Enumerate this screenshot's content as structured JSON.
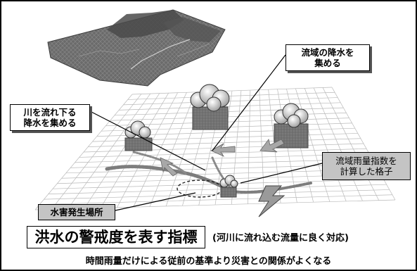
{
  "callouts": {
    "basin_rain": [
      "流域の降水を",
      "集める"
    ],
    "river_rain": [
      "川を流れ下る",
      "降水を集める"
    ],
    "grid": [
      "流域雨量指数を",
      "計算した格子"
    ],
    "disaster_site": "水害発生場所"
  },
  "title": "洪水の警戒度を表す指標",
  "title_note": "(河川に流れ込む流量に良く対応)",
  "footer": "時間雨量だけによる従前の基準より災害との関係がよくなる",
  "colors": {
    "terrain": "#6b6b6b",
    "grid_line": "#b9b9b9",
    "rain_block": "#7a7a7a",
    "flow_arrow": "#a8a8a8",
    "callout_gray": "#c4c4c4"
  },
  "icons": [
    "terrain-map-icon",
    "rain-cloud-icon",
    "flow-arrow-icon",
    "lightning-icon"
  ]
}
